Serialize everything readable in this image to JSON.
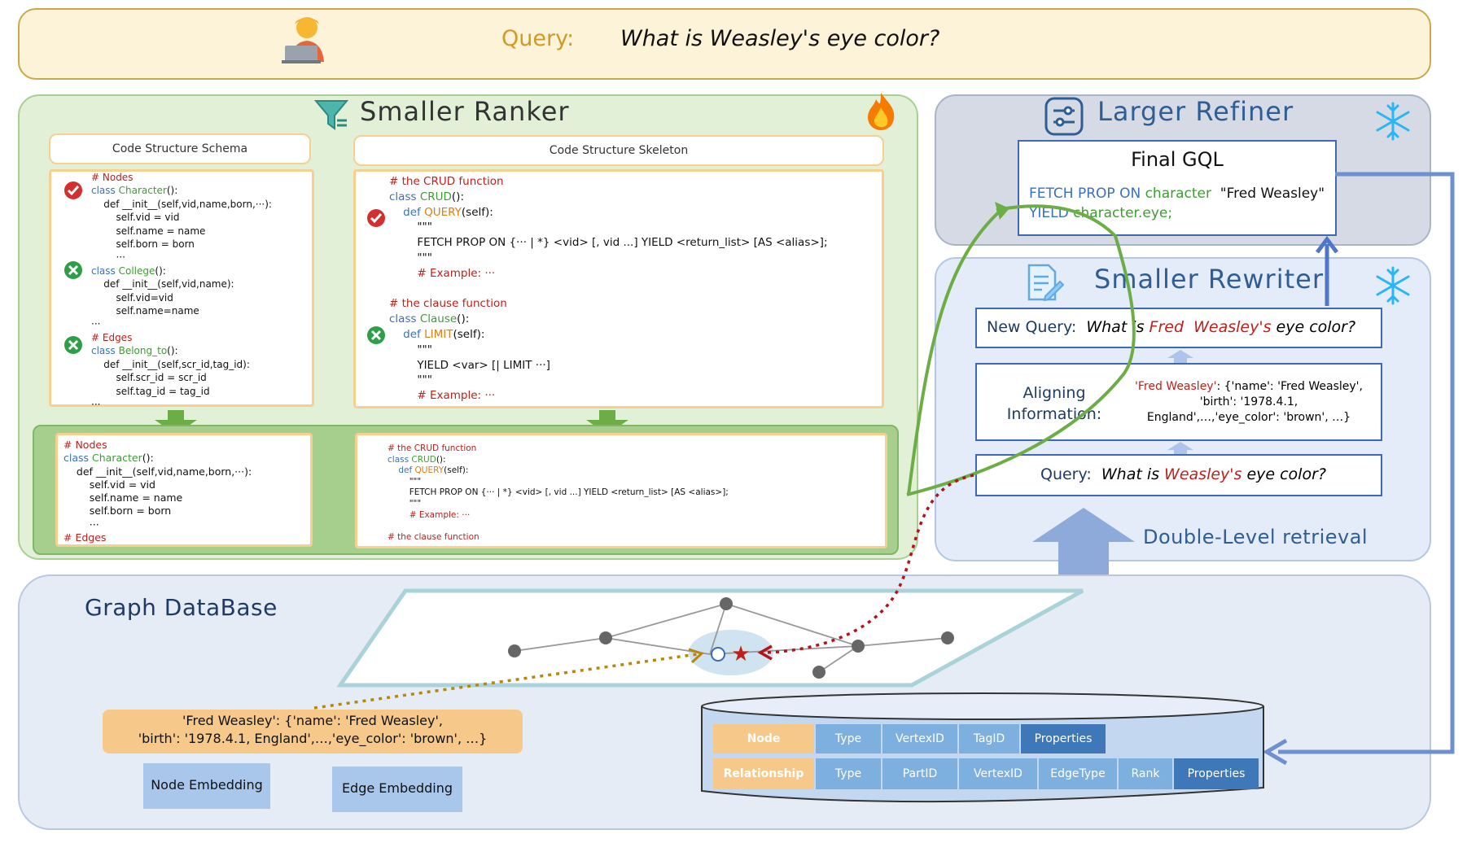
{
  "query": {
    "label": "Query:",
    "text": "What is Weasley's eye color?"
  },
  "ranker": {
    "title": "Smaller Ranker",
    "schema_header": "Code Structure Schema",
    "skeleton_header": "Code Structure Skeleton"
  },
  "refiner": {
    "title": "Larger Refiner",
    "final_title": "Final GQL",
    "gql_kw1": "FETCH PROP ON",
    "gql_tag": "character",
    "gql_vid": "\"Fred Weasley\"",
    "gql_kw2": "YIELD",
    "gql_prop": "character.eye;"
  },
  "rewriter": {
    "title": "Smaller Rewriter",
    "new_query_label": "New Query:",
    "new_query_pre": "What is",
    "new_query_fred": "Fred",
    "new_query_weasley": "Weasley's",
    "new_query_post": "eye color?",
    "align_label_1": "Aligning",
    "align_label_2": "Information:",
    "align_key": "'Fred Weasley'",
    "align_l1": ": {'name': 'Fred Weasley',",
    "align_l2": "'birth': '1978.4.1,",
    "align_l3": "England',…,'eye_color':  'brown',  …}",
    "query_label": "Query:",
    "query_pre": "What is",
    "query_weasley": "Weasley's",
    "query_post": "eye color?",
    "retrieval_label": "Double-Level retrieval"
  },
  "graphdb": {
    "title": "Graph DataBase",
    "fred_l1": "'Fred Weasley': {'name': 'Fred Weasley',",
    "fred_l2": "'birth': '1978.4.1, England',…,'eye_color': 'brown', …}",
    "node_embedding": "Node Embedding",
    "edge_embedding": "Edge Embedding",
    "table": {
      "node_row": {
        "label": "Node",
        "cells": [
          "Type",
          "VertexID",
          "TagID",
          "Properties"
        ]
      },
      "rel_row": {
        "label": "Relationship",
        "cells": [
          "Type",
          "PartID",
          "VertexID",
          "EdgeType",
          "Rank",
          "Properties"
        ]
      }
    }
  },
  "colors": {
    "ranker_bg": "#e2f0d8",
    "refiner_bg": "#d6dae4",
    "rewriter_bg": "#e3ecf8",
    "highlight_red": "#c0201a",
    "accent_blue": "#3e68b8",
    "accent_green": "#6cae45"
  },
  "icons": [
    "user-laptop-icon",
    "filter-icon",
    "fire-icon",
    "sliders-icon",
    "document-edit-icon",
    "snowflake-icon",
    "check-icon",
    "cross-icon",
    "star-icon"
  ]
}
